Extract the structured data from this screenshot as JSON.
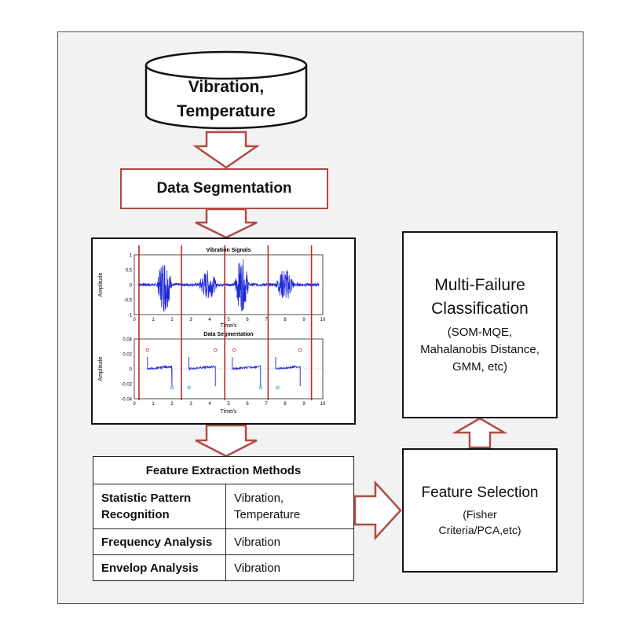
{
  "database": {
    "line1": "Vibration,",
    "line2": "Temperature"
  },
  "segmentation": {
    "label": "Data Segmentation"
  },
  "plots": {
    "top_title": "Vibration Signals",
    "top_ylabel": "Amplitude",
    "top_xlabel": "Time/s",
    "top_yticks": [
      "1",
      "0.5",
      "0",
      "-0.5",
      "-1"
    ],
    "bottom_title": "Data Segmentation",
    "bottom_ylabel": "Amplitude",
    "bottom_xlabel": "Time/s",
    "bottom_yticks": [
      "0.04",
      "0.02",
      "0",
      "-0.02",
      "-0.04"
    ],
    "xticks": [
      "0",
      "1",
      "2",
      "3",
      "4",
      "5",
      "6",
      "7",
      "8",
      "9",
      "10"
    ]
  },
  "feature_extraction": {
    "header": "Feature Extraction Methods",
    "rows": [
      {
        "method": "Statistic Pattern Recognition",
        "signal_line1": "Vibration,",
        "signal_line2": "Temperature"
      },
      {
        "method": "Frequency Analysis",
        "signal_line1": "Vibration",
        "signal_line2": ""
      },
      {
        "method": "Envelop Analysis",
        "signal_line1": "Vibration",
        "signal_line2": ""
      }
    ]
  },
  "feature_selection": {
    "title": "Feature Selection",
    "sub_line1": "(Fisher",
    "sub_line2": "Criteria/PCA,etc)"
  },
  "classification": {
    "title_line1": "Multi-Failure",
    "title_line2": "Classification",
    "sub_line1": "(SOM-MQE,",
    "sub_line2": "Mahalanobis Distance,",
    "sub_line3": "GMM, etc)"
  },
  "colors": {
    "arrow": "#b14a45",
    "signal": "#1f2ad6",
    "segment_line": "#c0272d",
    "frame_bg": "#f2f2f2"
  }
}
